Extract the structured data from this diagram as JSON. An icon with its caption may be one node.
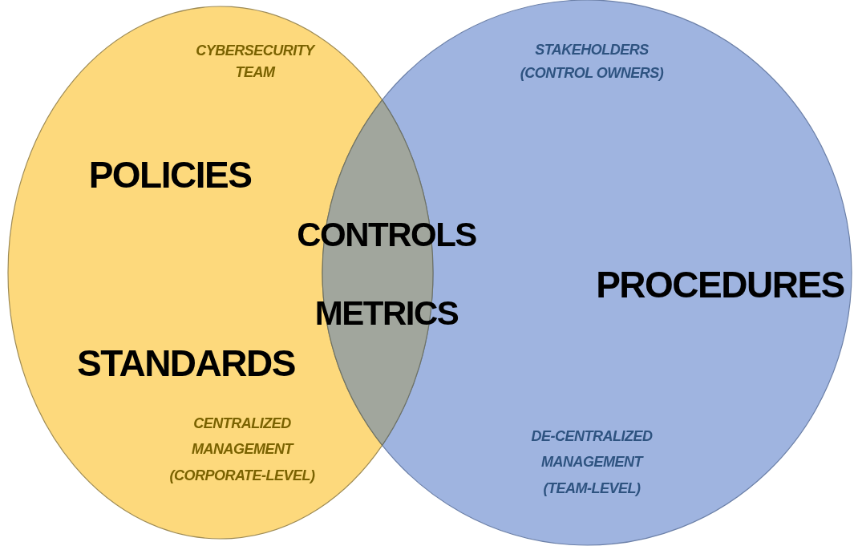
{
  "diagram": {
    "nodes": [
      {
        "text": [
          "CYBERSECURITY TEAM",
          "POLICIES",
          "STANDARDS",
          "CENTRALIZED MANAGEMENT (CORPORATE-LEVEL)"
        ]
      },
      {
        "text": [
          "STAKEHOLDERS (CONTROL OWNERS)",
          "PROCEDURES",
          "DE-CENTRALIZED MANAGEMENT (TEAM-LEVEL)"
        ]
      },
      {
        "text": [
          "CONTROLS",
          "METRICS"
        ]
      }
    ]
  }
}
